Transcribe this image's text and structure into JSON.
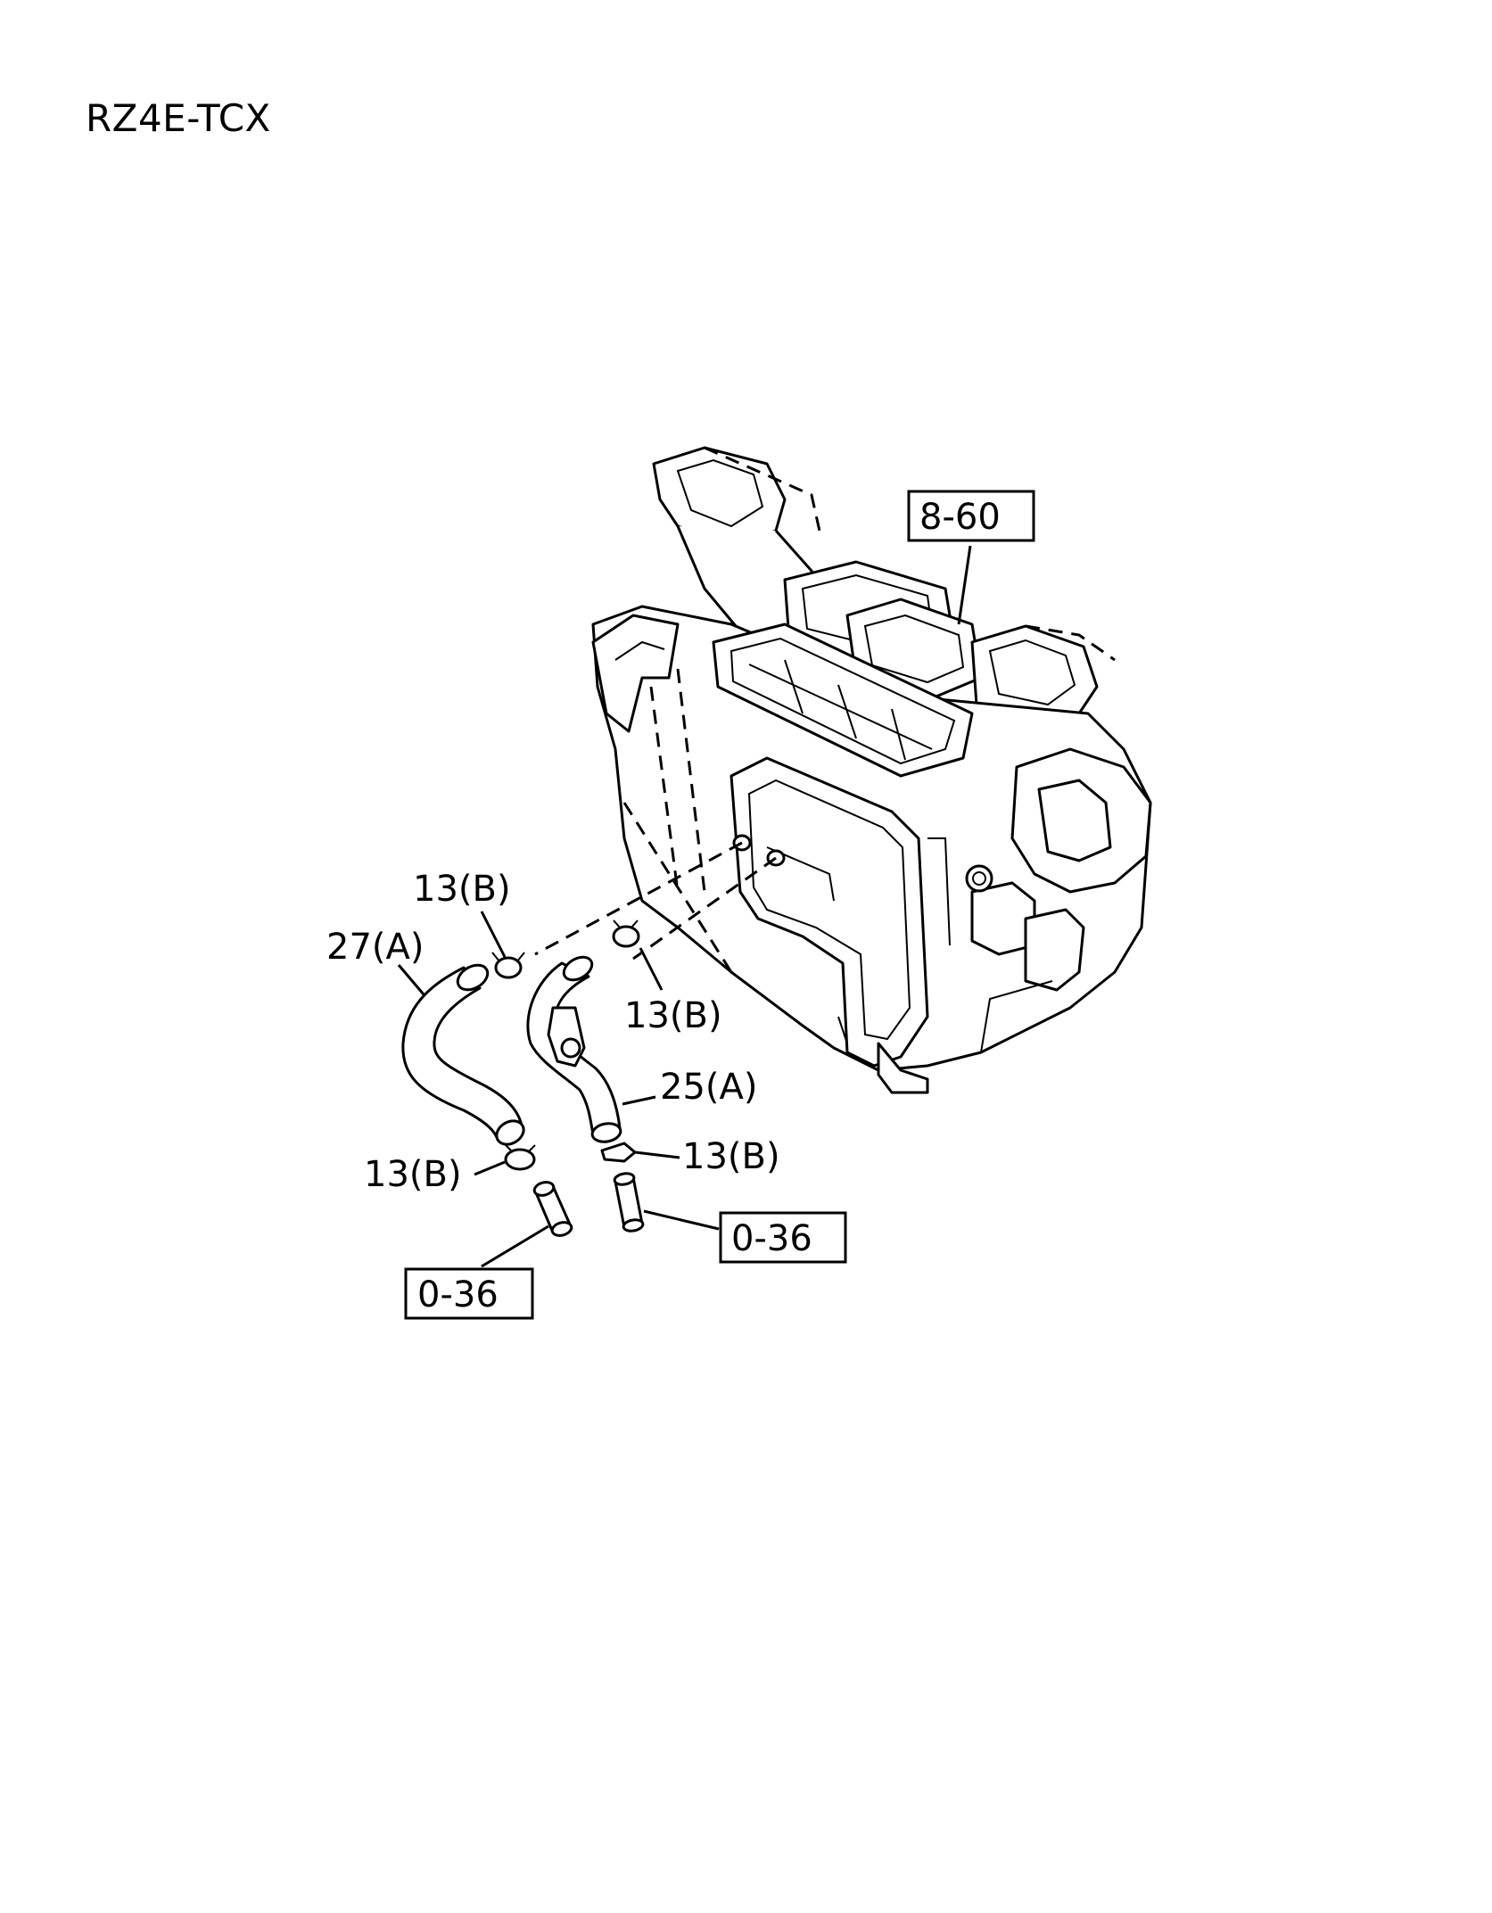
{
  "model_code": "RZ4E-TCX",
  "callouts": {
    "heater_unit_ref": "8-60",
    "clip_upper_left": "13(B)",
    "hose_left": "27(A)",
    "clip_upper_right": "13(B)",
    "hose_right": "25(A)",
    "clip_lower_right": "13(B)",
    "clip_lower_left": "13(B)",
    "pipe_ref_right": "0-36",
    "pipe_ref_left": "0-36"
  }
}
